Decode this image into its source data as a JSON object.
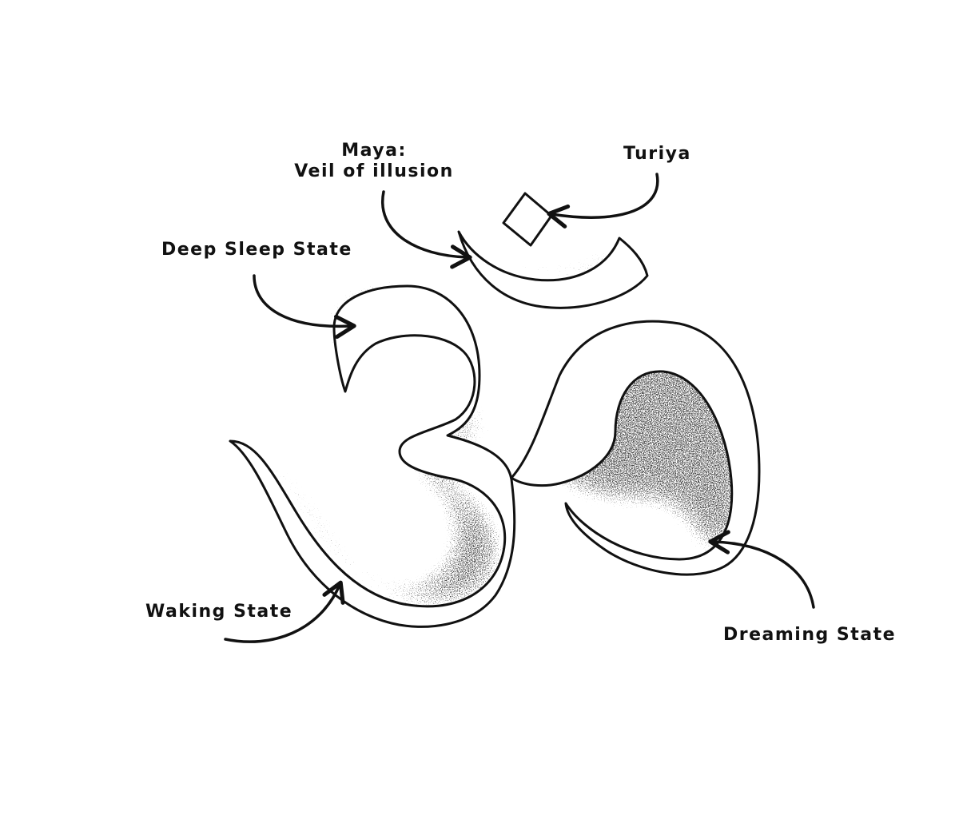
{
  "labels": {
    "maya_line1": "Maya:",
    "maya_line2": "Veil of illusion",
    "turiya": "Turiya",
    "deep_sleep": "Deep Sleep State",
    "waking": "Waking State",
    "dreaming": "Dreaming State"
  },
  "colors": {
    "ink": "#111111",
    "background": "#ffffff",
    "symbol_fill": "#ffffff"
  }
}
